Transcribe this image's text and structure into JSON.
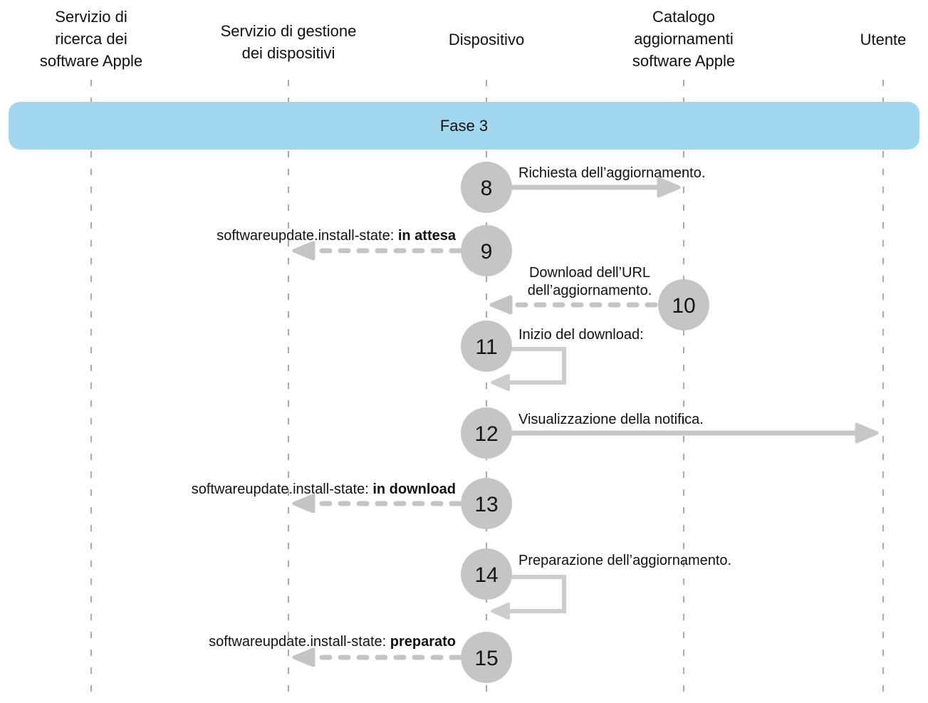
{
  "phase": {
    "label": "Fase 3"
  },
  "actors": [
    {
      "name": "servizio-ricerca-software-apple",
      "lines": [
        "Servizio di",
        "ricerca dei",
        "software Apple"
      ]
    },
    {
      "name": "servizio-gestione-dispositivi",
      "lines": [
        "Servizio di gestione",
        "dei dispositivi"
      ]
    },
    {
      "name": "dispositivo",
      "lines": [
        "Dispositivo"
      ]
    },
    {
      "name": "catalogo-aggiornamenti-software-apple",
      "lines": [
        "Catalogo",
        "aggiornamenti",
        "software Apple"
      ]
    },
    {
      "name": "utente",
      "lines": [
        "Utente"
      ]
    }
  ],
  "steps": [
    {
      "number": "8",
      "label": "Richiesta dell’aggiornamento.",
      "arrow": "solid-right",
      "from": "Dispositivo",
      "to": "Catalogo aggiornamenti software Apple"
    },
    {
      "number": "9",
      "label_prefix": "softwareupdate.install-state: ",
      "label_bold": "in attesa",
      "arrow": "dashed-left",
      "from": "Dispositivo",
      "to": "Servizio di gestione dei dispositivi"
    },
    {
      "number": "10",
      "label": "Download dell’URL dell’aggiornamento.",
      "arrow": "dashed-left",
      "from": "Catalogo aggiornamenti software Apple",
      "to": "Dispositivo"
    },
    {
      "number": "11",
      "label": "Inizio del download:",
      "arrow": "self-loop",
      "from": "Dispositivo",
      "to": "Dispositivo"
    },
    {
      "number": "12",
      "label": "Visualizzazione della notifica.",
      "arrow": "solid-right",
      "from": "Dispositivo",
      "to": "Utente"
    },
    {
      "number": "13",
      "label_prefix": "softwareupdate.install-state: ",
      "label_bold": "in download",
      "arrow": "dashed-left",
      "from": "Dispositivo",
      "to": "Servizio di gestione dei dispositivi"
    },
    {
      "number": "14",
      "label": "Preparazione dell’aggiornamento.",
      "arrow": "self-loop",
      "from": "Dispositivo",
      "to": "Dispositivo"
    },
    {
      "number": "15",
      "label_prefix": "softwareupdate.install-state: ",
      "label_bold": "preparato",
      "arrow": "dashed-left",
      "from": "Dispositivo",
      "to": "Servizio di gestione dei dispositivi"
    }
  ],
  "colors": {
    "phase_banner": "#a2d8ef",
    "step_circle": "#c5c5c5",
    "arrow": "#c7c7c7",
    "lifeline": "#a9a9a9",
    "text": "#111111"
  }
}
